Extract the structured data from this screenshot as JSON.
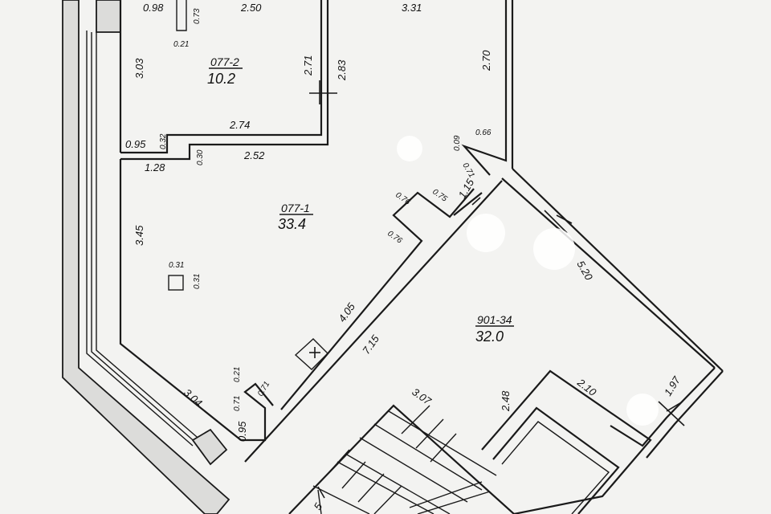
{
  "rooms": [
    {
      "id": "077-2",
      "area": "10.2"
    },
    {
      "id": "077-1",
      "area": "33.4"
    },
    {
      "id": "901-34",
      "area": "32.0"
    }
  ],
  "dimensions": {
    "d098": "0.98",
    "d073": "0.73",
    "d021a": "0.21",
    "d250": "2.50",
    "d331": "3.31",
    "d303": "3.03",
    "d271": "2.71",
    "d283": "2.83",
    "d270": "2.70",
    "d095a": "0.95",
    "d032": "0.32",
    "d274": "2.74",
    "d009": "0.09",
    "d066": "0.66",
    "d128": "1.28",
    "d030": "0.30",
    "d252": "2.52",
    "d071a": "0.71",
    "d115": "1.15",
    "d076a": "0.76",
    "d075": "0.75",
    "d076b": "0.76",
    "d345": "3.45",
    "d031a": "0.31",
    "d031b": "0.31",
    "d520": "5.20",
    "d405": "4.05",
    "d715": "7.15",
    "d021b": "0.21",
    "d071b": "0.71",
    "d071c": "0.71",
    "d304": "3.04",
    "d095b": "0.95",
    "d307": "3.07",
    "d248": "2.48",
    "d210": "2.10",
    "d197": "1.97",
    "d5": "5"
  }
}
